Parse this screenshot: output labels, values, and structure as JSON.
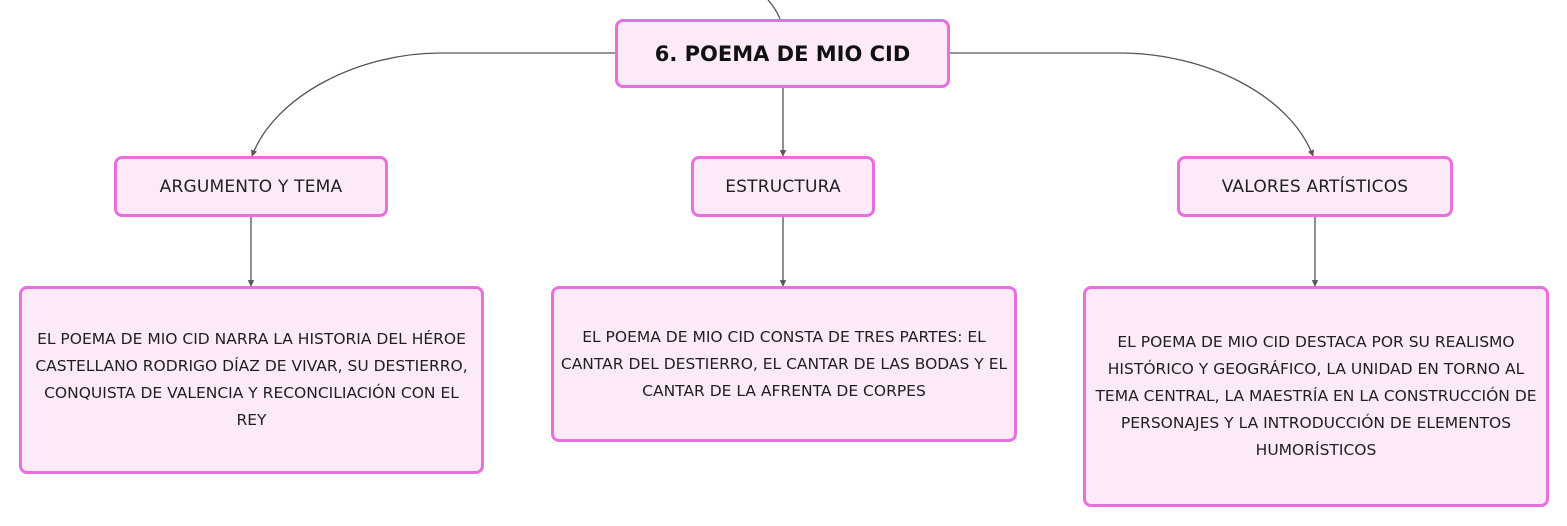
{
  "root": {
    "label": "6. POEMA DE MIO CID"
  },
  "branches": [
    {
      "label": "ARGUMENTO Y TEMA",
      "detail": "EL POEMA DE MIO CID NARRA LA HISTORIA DEL HÉROE CASTELLANO RODRIGO DÍAZ DE VIVAR, SU DESTIERRO, CONQUISTA DE VALENCIA Y RECONCILIACIÓN CON EL REY"
    },
    {
      "label": "ESTRUCTURA",
      "detail": "EL POEMA DE MIO CID CONSTA DE TRES PARTES: EL CANTAR DEL DESTIERRO, EL CANTAR DE LAS BODAS Y EL CANTAR DE LA AFRENTA DE CORPES"
    },
    {
      "label": "VALORES ARTÍSTICOS",
      "detail": "EL POEMA DE MIO CID DESTACA POR SU REALISMO HISTÓRICO Y GEOGRÁFICO, LA UNIDAD EN TORNO AL TEMA CENTRAL, LA MAESTRÍA EN LA CONSTRUCCIÓN DE PERSONAJES Y LA INTRODUCCIÓN DE ELEMENTOS HUMORÍSTICOS"
    }
  ],
  "colors": {
    "node_fill": "#fdeaf9",
    "node_border": "#e96fdc",
    "connector": "#555555"
  }
}
